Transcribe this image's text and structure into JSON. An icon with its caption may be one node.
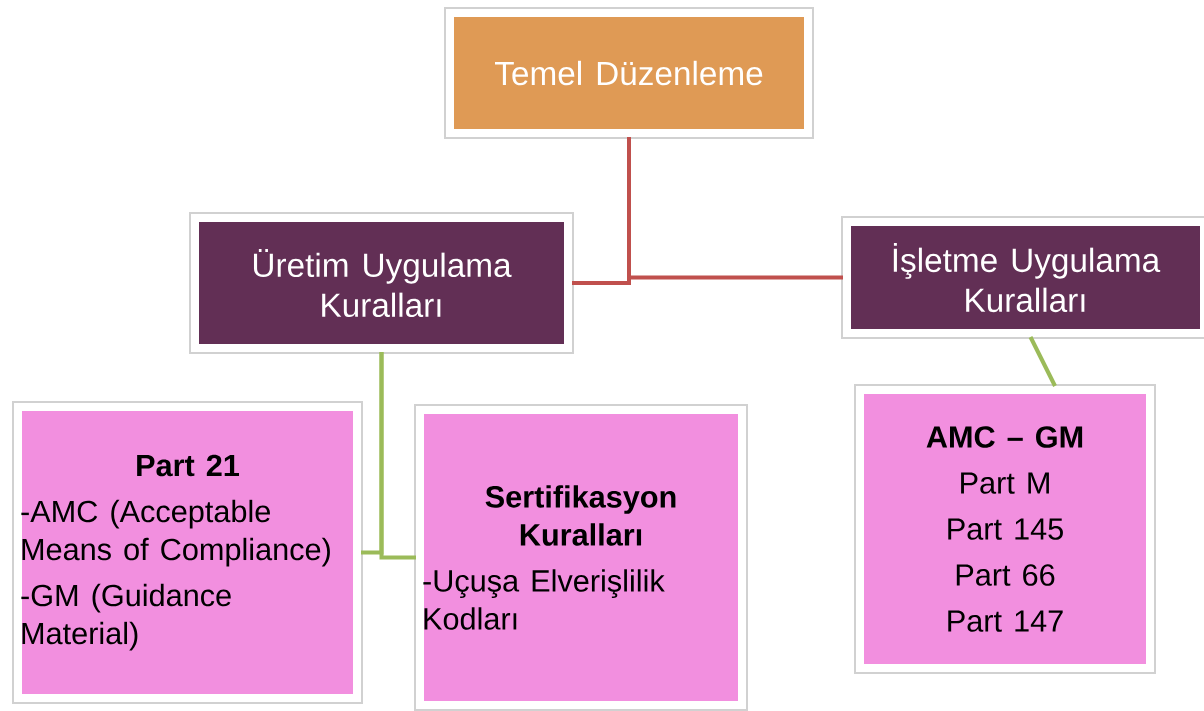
{
  "diagram": {
    "nodes": [
      {
        "text": [
          "Temel Düzenleme"
        ]
      },
      {
        "text": [
          "Üretim Uygulama Kuralları"
        ]
      },
      {
        "text": [
          "İşletme Uygulama Kuralları"
        ]
      },
      {
        "text": [
          "Part 21",
          "-AMC (Acceptable Means of Compliance)",
          "-GM (Guidance Material)"
        ]
      },
      {
        "text": [
          "Sertifikasyon Kuralları",
          "-Uçuşa Elverişlilik Kodları"
        ]
      },
      {
        "text": [
          "AMC – GM",
          "Part M",
          "Part 145",
          "Part 66",
          "Part 147"
        ]
      }
    ],
    "edges": [
      {
        "from": 0,
        "to": 1,
        "arrow": "none",
        "color": "#c0504d"
      },
      {
        "from": 0,
        "to": 2,
        "arrow": "none",
        "color": "#c0504d"
      },
      {
        "from": 1,
        "to": 3,
        "arrow": "none"
      },
      {
        "from": 1,
        "to": 4,
        "arrow": "none"
      },
      {
        "from": 2,
        "to": 5,
        "arrow": "none"
      }
    ]
  }
}
